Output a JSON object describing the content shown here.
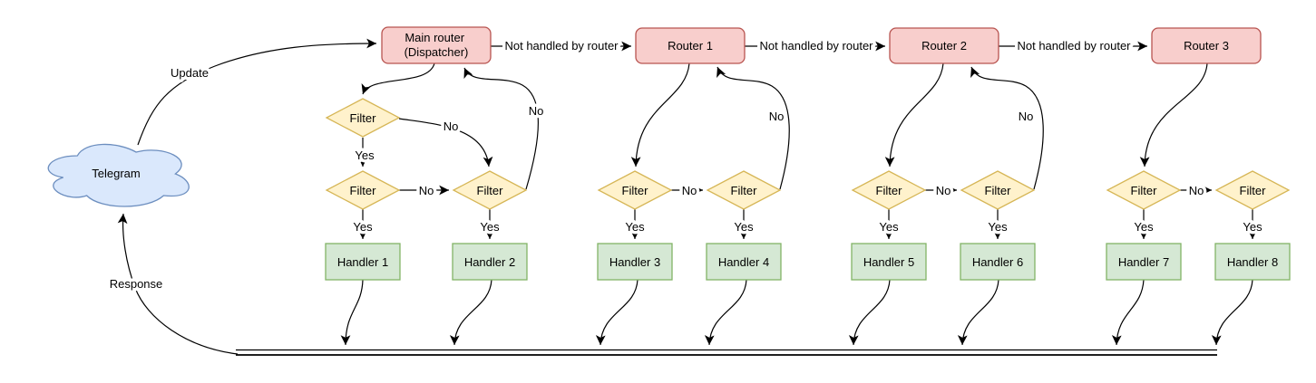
{
  "labels": {
    "update": "Update",
    "response": "Response",
    "not_handled": "Not handled by router",
    "yes": "Yes",
    "no": "No"
  },
  "nodes": {
    "telegram": "Telegram",
    "main_router_line1": "Main router",
    "main_router_line2": "(Dispatcher)",
    "router1": "Router 1",
    "router2": "Router 2",
    "router3": "Router 3",
    "filter": "Filter",
    "handlers": [
      "Handler 1",
      "Handler 2",
      "Handler 3",
      "Handler 4",
      "Handler 5",
      "Handler 6",
      "Handler 7",
      "Handler 8"
    ]
  },
  "colors": {
    "router_fill": "#f8cecc",
    "router_stroke": "#b85450",
    "filter_fill": "#fff2cc",
    "filter_stroke": "#d6b656",
    "handler_fill": "#d5e8d4",
    "handler_stroke": "#82b366",
    "telegram_fill": "#dae8fc",
    "telegram_stroke": "#6c8ebf",
    "edge": "#000000"
  }
}
